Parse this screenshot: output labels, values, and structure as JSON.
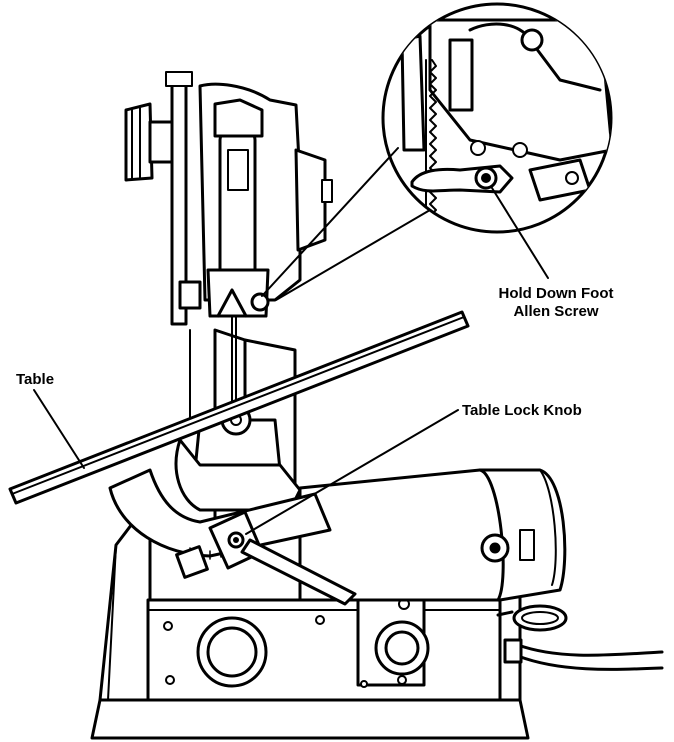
{
  "labels": {
    "hold_down_1": "Hold Down Foot",
    "hold_down_2": "Allen Screw",
    "table": "Table",
    "table_lock_knob": "Table Lock Knob"
  },
  "colors": {
    "ink": "#000000",
    "paper": "#ffffff"
  }
}
